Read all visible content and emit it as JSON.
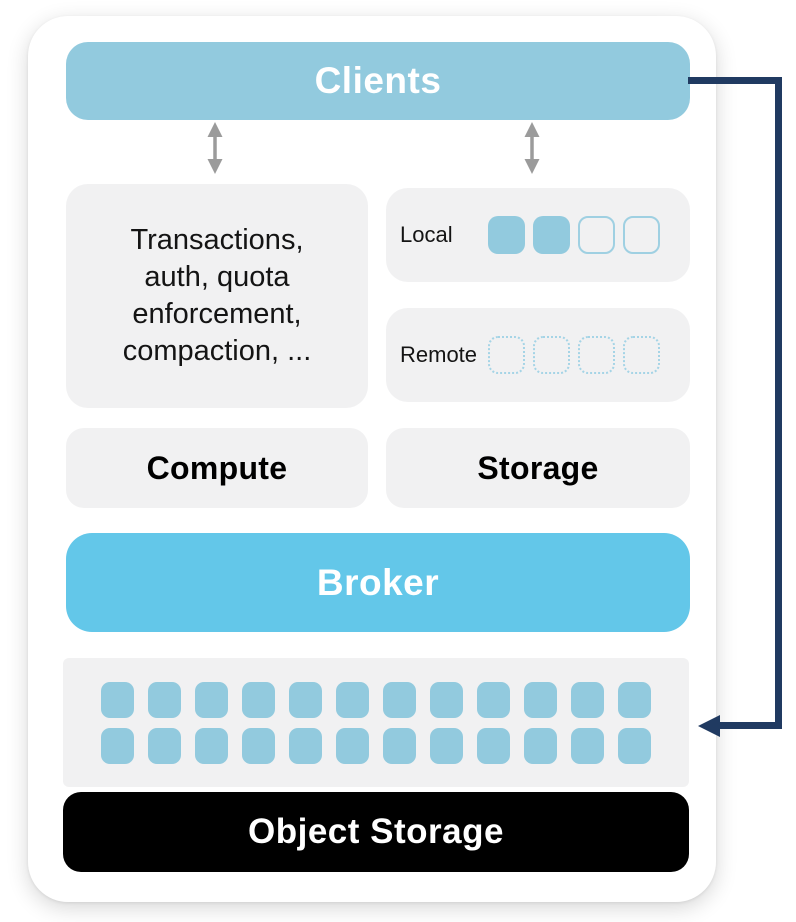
{
  "diagram": {
    "clients": {
      "label": "Clients"
    },
    "compute_tasks": {
      "text": "Transactions,\nauth, quota\nenforcement,\ncompaction, ..."
    },
    "local_cache": {
      "label": "Local",
      "cells": [
        "filled",
        "filled",
        "outlined",
        "outlined"
      ]
    },
    "remote_cache": {
      "label": "Remote",
      "cells": [
        "dotted",
        "dotted",
        "dotted",
        "dotted"
      ]
    },
    "compute": {
      "label": "Compute"
    },
    "storage": {
      "label": "Storage"
    },
    "broker": {
      "label": "Broker"
    },
    "object_storage": {
      "label": "Object Storage",
      "segment_cells": [
        "filled",
        "filled",
        "filled",
        "filled",
        "filled",
        "filled",
        "filled",
        "filled",
        "filled",
        "filled",
        "filled",
        "filled",
        "filled",
        "filled",
        "filled",
        "filled",
        "filled",
        "filled",
        "filled",
        "filled",
        "filled",
        "filled",
        "filled",
        "filled"
      ]
    },
    "connector": {
      "from": "Clients",
      "to": "Object Storage segments"
    }
  },
  "colors": {
    "clients_blue": "#92cade",
    "broker_blue": "#63c7e9",
    "box_gray": "#f1f1f2",
    "navy_line": "#203a61",
    "arrow_gray": "#9b9b9b",
    "object_storage_black": "#000000"
  }
}
